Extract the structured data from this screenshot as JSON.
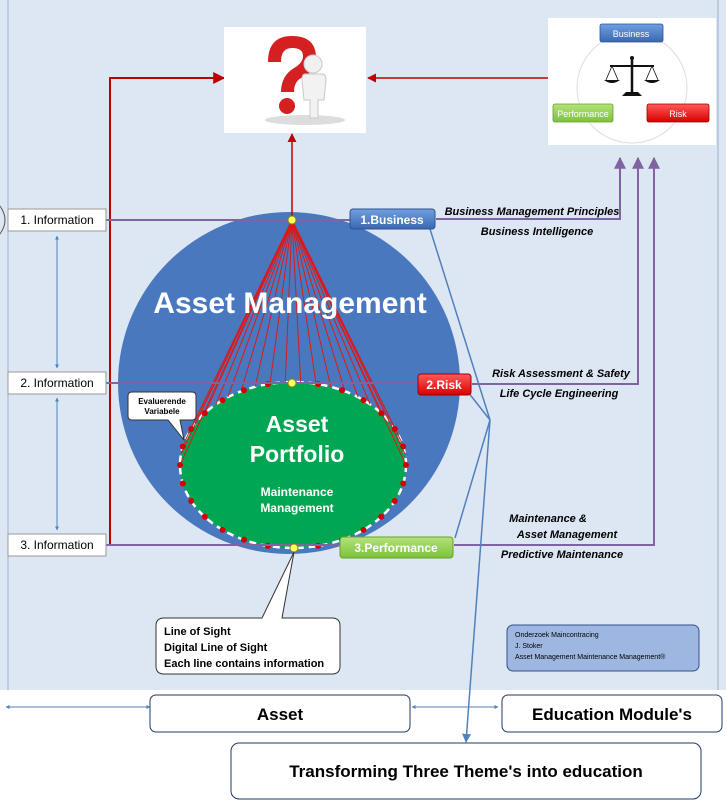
{
  "labels": {
    "info1": "1. Information",
    "info2": "2. Information",
    "info3": "3. Information",
    "business_tag": "1.Business",
    "risk_tag": "2.Risk",
    "performance_tag": "3.Performance",
    "asset_management": "Asset Management",
    "asset_portfolio_line1": "Asset",
    "asset_portfolio_line2": "Portfolio",
    "maintenance_line1": "Maintenance",
    "maintenance_line2": "Management",
    "callout_evaluerende_line1": "Evaluerende",
    "callout_evaluerende_line2": "Variabele",
    "business_desc_line1": "Business Management Principles",
    "business_desc_line2": "Business Intelligence",
    "risk_desc_line1": "Risk Assessment & Safety",
    "risk_desc_line2": "Life Cycle Engineering",
    "perf_desc_line1": "Maintenance &",
    "perf_desc_line2": "Asset Management",
    "perf_desc_line3": "Predictive Maintenance",
    "line_of_sight_line1": "Line of Sight",
    "line_of_sight_line2": "Digital Line of Sight",
    "line_of_sight_line3": "Each line contains information",
    "credit_line1": "Onderzoek Maincontracing",
    "credit_line2": "J. Stoker",
    "credit_line3": "Asset Management  Maintenance Management®",
    "scale_business": "Business",
    "scale_performance": "Performance",
    "scale_risk": "Risk",
    "asset_box": "Asset",
    "education_box": "Education Module's",
    "transforming_box": "Transforming Three Theme's into education"
  },
  "icons": {
    "question": "question-mark-figure-icon",
    "scale": "balance-scale-icon"
  },
  "colors": {
    "panel_bg": "#dde6f3",
    "big_circle": "#4a78bf",
    "inner_ellipse": "#00a651",
    "red_line": "#c00000",
    "purple_line": "#8064a2",
    "blue_line": "#4f81bd",
    "business": "#4a7dc6",
    "risk": "#ee1111",
    "performance": "#8fd14f"
  }
}
